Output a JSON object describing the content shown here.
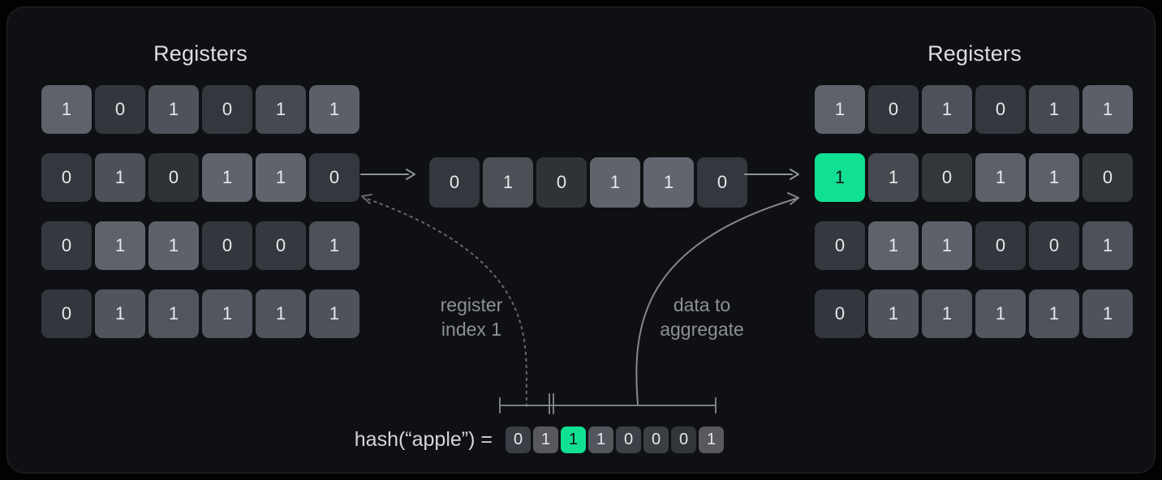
{
  "left_registers": {
    "title": "Registers",
    "rows": [
      [
        {
          "v": "1",
          "bg": "#5d626b"
        },
        {
          "v": "0",
          "bg": "#33363c"
        },
        {
          "v": "1",
          "bg": "#4e535b"
        },
        {
          "v": "0",
          "bg": "#34383e"
        },
        {
          "v": "1",
          "bg": "#454a51"
        },
        {
          "v": "1",
          "bg": "#5a5f68"
        }
      ],
      [
        {
          "v": "0",
          "bg": "#34373d"
        },
        {
          "v": "1",
          "bg": "#4c5158"
        },
        {
          "v": "0",
          "bg": "#2f3338"
        },
        {
          "v": "1",
          "bg": "#5e636c"
        },
        {
          "v": "1",
          "bg": "#5e636c"
        },
        {
          "v": "0",
          "bg": "#34373d"
        }
      ],
      [
        {
          "v": "0",
          "bg": "#35383e"
        },
        {
          "v": "1",
          "bg": "#5d626b"
        },
        {
          "v": "1",
          "bg": "#5c616a"
        },
        {
          "v": "0",
          "bg": "#33363c"
        },
        {
          "v": "0",
          "bg": "#35383e"
        },
        {
          "v": "1",
          "bg": "#4d525a"
        }
      ],
      [
        {
          "v": "0",
          "bg": "#33363c"
        },
        {
          "v": "1",
          "bg": "#50555d"
        },
        {
          "v": "1",
          "bg": "#51565e"
        },
        {
          "v": "1",
          "bg": "#52575f"
        },
        {
          "v": "1",
          "bg": "#4f545c"
        },
        {
          "v": "1",
          "bg": "#4e535b"
        }
      ]
    ]
  },
  "middle_row": {
    "cells": [
      {
        "v": "0",
        "bg": "#34373d"
      },
      {
        "v": "1",
        "bg": "#4b5057"
      },
      {
        "v": "0",
        "bg": "#2f3338"
      },
      {
        "v": "1",
        "bg": "#5e636c"
      },
      {
        "v": "1",
        "bg": "#60656e"
      },
      {
        "v": "0",
        "bg": "#34373d"
      }
    ]
  },
  "right_registers": {
    "title": "Registers",
    "rows": [
      [
        {
          "v": "1",
          "bg": "#5d626b"
        },
        {
          "v": "0",
          "bg": "#33363c"
        },
        {
          "v": "1",
          "bg": "#4e535b"
        },
        {
          "v": "0",
          "bg": "#34383e"
        },
        {
          "v": "1",
          "bg": "#454a51"
        },
        {
          "v": "1",
          "bg": "#5a5f68"
        }
      ],
      [
        {
          "v": "1",
          "bg": "#11e093",
          "fg": "#0d1014"
        },
        {
          "v": "1",
          "bg": "#46494f"
        },
        {
          "v": "0",
          "bg": "#33363b"
        },
        {
          "v": "1",
          "bg": "#5c6169"
        },
        {
          "v": "1",
          "bg": "#5c6169"
        },
        {
          "v": "0",
          "bg": "#33363b"
        }
      ],
      [
        {
          "v": "0",
          "bg": "#35383e"
        },
        {
          "v": "1",
          "bg": "#5d626b"
        },
        {
          "v": "1",
          "bg": "#5c616a"
        },
        {
          "v": "0",
          "bg": "#33363c"
        },
        {
          "v": "0",
          "bg": "#35383e"
        },
        {
          "v": "1",
          "bg": "#4d525a"
        }
      ],
      [
        {
          "v": "0",
          "bg": "#33363c"
        },
        {
          "v": "1",
          "bg": "#50555d"
        },
        {
          "v": "1",
          "bg": "#51565e"
        },
        {
          "v": "1",
          "bg": "#52575f"
        },
        {
          "v": "1",
          "bg": "#4f545c"
        },
        {
          "v": "1",
          "bg": "#4e535b"
        }
      ]
    ]
  },
  "annotations": {
    "register_index_line1": "register",
    "register_index_line2": "index 1",
    "aggregate_line1": "data to",
    "aggregate_line2": "aggregate"
  },
  "hash": {
    "label": "hash(“apple”) =",
    "bits": [
      {
        "v": "0",
        "bg": "#3b3e44"
      },
      {
        "v": "1",
        "bg": "#57595f"
      },
      {
        "v": "1",
        "bg": "#11e093",
        "fg": "#0d1014"
      },
      {
        "v": "1",
        "bg": "#53565c"
      },
      {
        "v": "0",
        "bg": "#3d4046"
      },
      {
        "v": "0",
        "bg": "#3b3e43"
      },
      {
        "v": "0",
        "bg": "#32353a"
      },
      {
        "v": "1",
        "bg": "#57595f"
      }
    ]
  },
  "colors": {
    "accent_green": "#11e093",
    "panel_bg": "#0f1013",
    "page_bg": "#020203",
    "arrow_gray": "#8f9297",
    "curve_gray": "#85878c",
    "dashed_gray": "#67696f",
    "bracket_gray": "#7b7e84",
    "title_text": "#dcdee1",
    "annotation_text": "#8d9095"
  }
}
